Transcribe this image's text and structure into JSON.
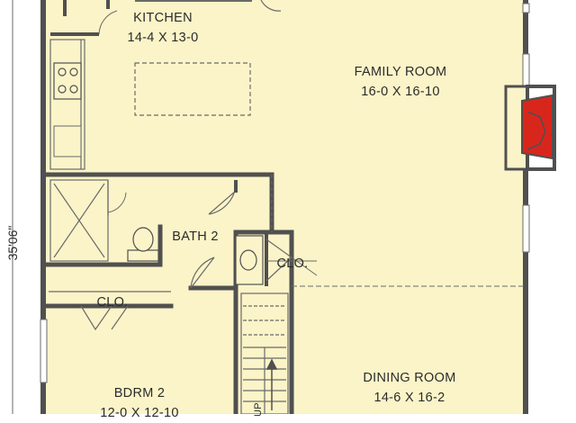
{
  "colors": {
    "floor": "#fbf4c8",
    "wall": "#505050",
    "line": "#6a6a6a",
    "fireplace_fill": "#d9261c",
    "paper": "#ffffff"
  },
  "rooms": {
    "kitchen": {
      "name": "KITCHEN",
      "size": "14-4 X 13-0"
    },
    "family_room": {
      "name": "FAMILY ROOM",
      "size": "16-0 X 16-10"
    },
    "bath2": {
      "name": "BATH 2"
    },
    "closet_bath": {
      "name": "CLO."
    },
    "closet_bdrm": {
      "name": "CLO."
    },
    "dining_room": {
      "name": "DINING ROOM",
      "size": "14-6 X 16-2"
    },
    "bdrm2": {
      "name": "BDRM 2",
      "size": "12-0 X 12-10"
    }
  },
  "dimension": {
    "depth": "35'06\""
  },
  "stair": {
    "label": "UP"
  },
  "icons": [
    "fireplace-icon",
    "range-icon",
    "toilet-icon",
    "sink-icon",
    "shower-icon",
    "stair-arrow-icon"
  ]
}
